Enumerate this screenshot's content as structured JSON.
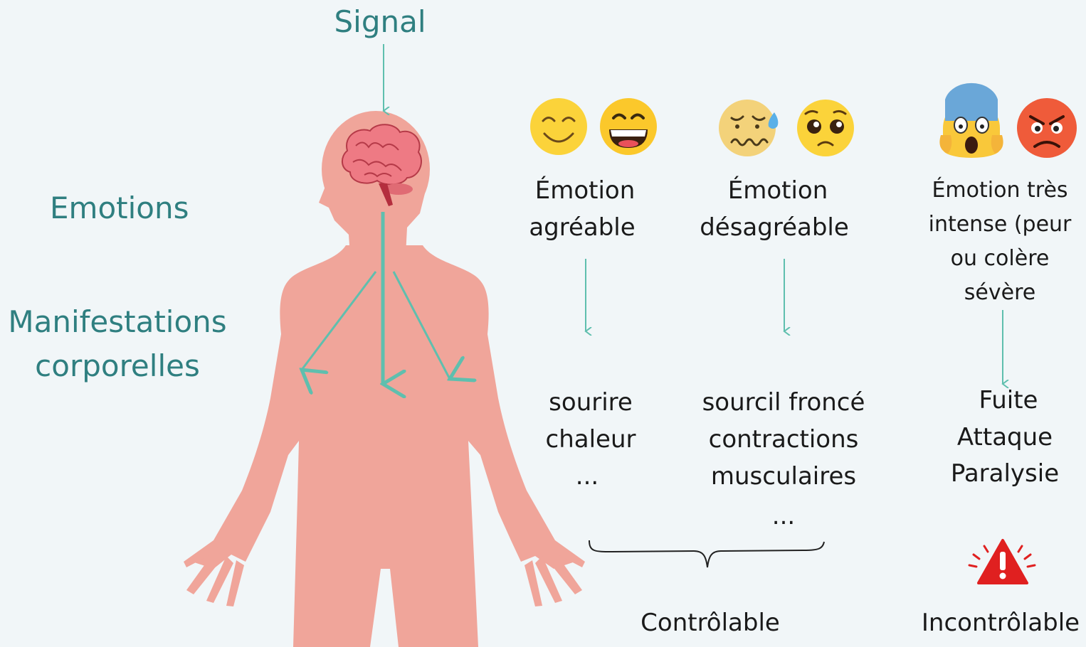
{
  "title": "Signal",
  "left_labels": {
    "emotions": "Emotions",
    "manifestations_line1": "Manifestations",
    "manifestations_line2": "corporelles"
  },
  "columns": [
    {
      "emotion_line1": "Émotion",
      "emotion_line2": "agréable",
      "emojis": [
        "smiling-face-icon",
        "grinning-face-icon"
      ],
      "manifestations": [
        "sourire",
        "chaleur",
        "..."
      ]
    },
    {
      "emotion_line1": "Émotion",
      "emotion_line2": "désagréable",
      "emojis": [
        "anxious-sweat-face-icon",
        "pleading-face-icon"
      ],
      "manifestations": [
        "sourcil froncé",
        "contractions",
        "musculaires",
        "..."
      ]
    },
    {
      "emotion_lines": [
        "Émotion très",
        "intense (peur",
        "ou colère",
        "sévère"
      ],
      "emojis": [
        "screaming-fear-face-icon",
        "angry-face-icon"
      ],
      "manifestations": [
        "Fuite",
        "Attaque",
        "Paralysie"
      ]
    }
  ],
  "bottom": {
    "controllable": "Contrôlable",
    "uncontrollable": "Incontrôlable",
    "warning_icon": "warning-triangle-icon"
  },
  "colors": {
    "teal_text": "#2f7f80",
    "arrow": "#5fbfae",
    "body": "#f0a59a",
    "brain": "#e87c86",
    "background": "#f1f6f8",
    "warning": "#e02020"
  }
}
